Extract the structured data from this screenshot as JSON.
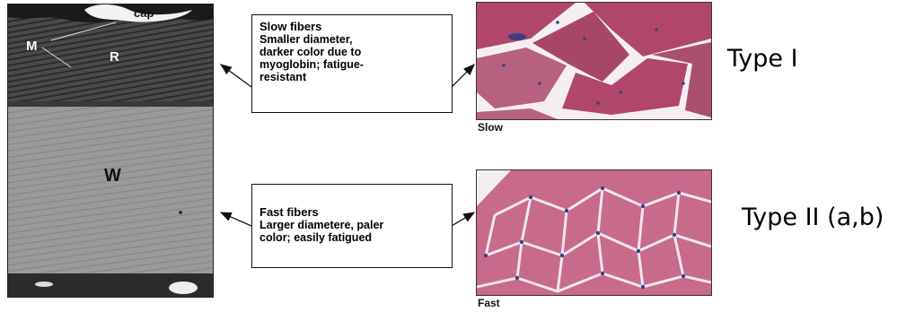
{
  "micrograph": {
    "labels": {
      "cap": "cap",
      "m": "M",
      "r": "R",
      "w": "W"
    }
  },
  "slow_box": {
    "title": "Slow fibers",
    "description": "Smaller diameter,\ndarker color due to\nmyoglobin; fatigue-\nresistant"
  },
  "fast_box": {
    "title": "Fast fibers",
    "description": "Larger diametere, paler\ncolor; easily fatigued"
  },
  "histology": {
    "slow_caption": "Slow",
    "fast_caption": "Fast"
  },
  "type_labels": {
    "type1": "Type I",
    "type2": "Type II (a,b)"
  },
  "colors": {
    "fiber_dark": "#b0476a",
    "fiber_light": "#c86a8c",
    "interstitial": "#f4eef2",
    "nuclei": "#3b3f86"
  }
}
